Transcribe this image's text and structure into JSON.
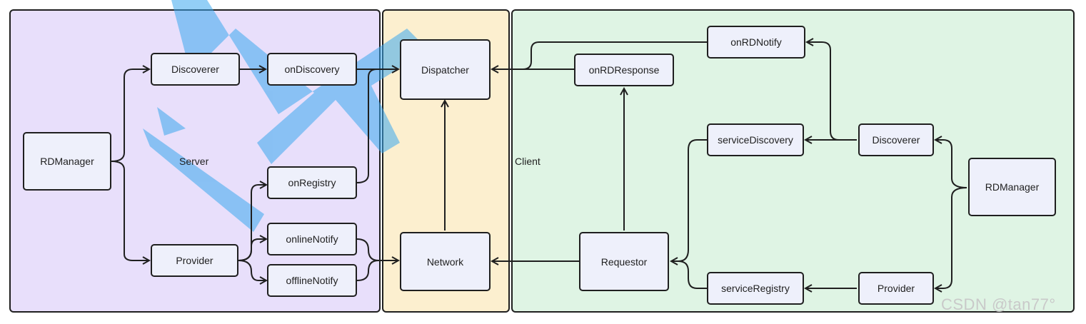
{
  "colors": {
    "server_bg": "#e8dffb",
    "network_bg": "#fcefcf",
    "client_bg": "#dff4e4",
    "node_fill": "#eef0fb",
    "stroke": "#1f1f1f",
    "watermark_blue": "#3aa7ee"
  },
  "regions": {
    "server_label": "Server",
    "client_label": "Client"
  },
  "server": {
    "rdmanager": "RDManager",
    "discoverer": "Discoverer",
    "provider": "Provider",
    "on_discovery": "onDiscovery",
    "on_registry": "onRegistry",
    "online_notify": "onlineNotify",
    "offline_notify": "offlineNotify"
  },
  "network": {
    "dispatcher": "Dispatcher",
    "network": "Network"
  },
  "client": {
    "on_rd_notify": "onRDNotify",
    "on_rd_response": "onRDResponse",
    "service_discovery": "serviceDiscovery",
    "service_registry": "serviceRegistry",
    "discoverer": "Discoverer",
    "provider": "Provider",
    "rdmanager": "RDManager",
    "requestor": "Requestor"
  },
  "watermark": "CSDN @tan77°"
}
